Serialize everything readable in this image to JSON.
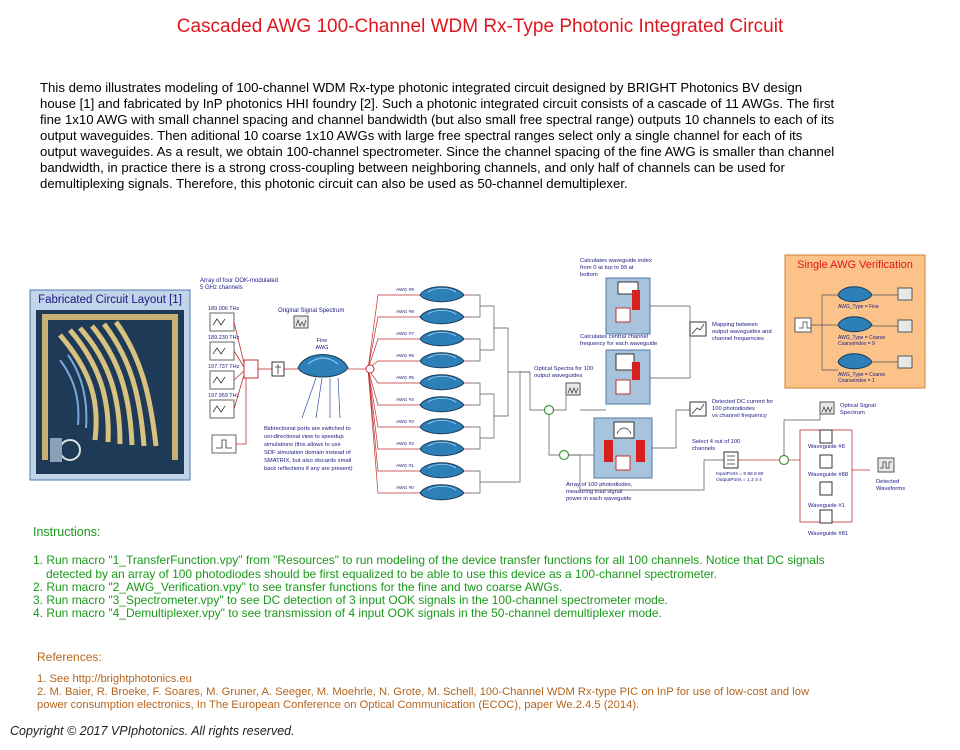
{
  "title": "Cascaded AWG 100-Channel WDM Rx-Type Photonic Integrated Circuit",
  "intro": "This demo illustrates modeling of 100-channel WDM Rx-type photonic integrated circuit designed by BRIGHT Photonics BV design house [1] and fabricated by InP photonics HHI foundry [2]. Such a photonic integrated circuit consists of a cascade of 11 AWGs. The first fine 1x10 AWG with small channel spacing and channel bandwidth (but also small free spectral range) outputs 10 channels to each of its output waveguides. Then aditional 10 coarse 1x10 AWGs with large free spectral ranges select only a single channel for each of its output waveguides. As a result, we obtain 100-channel spectrometer. Since the channel spacing of the fine AWG is smaller than channel bandwidth, in practice there is a strong cross-coupling between neighboring channels, and only half of channels can be used for demultiplexing signals. Therefore, this photonic circuit can also be used as 50-channel demultiplexer.",
  "diagram": {
    "layout_label": "Fabricated Circuit Layout [1]",
    "ook_label_1": "Array of four OOK-modulated",
    "ook_label_2": "5 GHz channels",
    "freqs": [
      "189.006 THz",
      "189.230 THz",
      "197.737 THz",
      "197.959 THz"
    ],
    "orig_spectrum": "Original Signal Spectrum",
    "fine_awg_1": "Fine",
    "fine_awg_2": "AWG",
    "awg_labels": [
      "AWG #9",
      "AWG #8",
      "AWG #7",
      "AWG #6",
      "AWG #5",
      "AWG #4",
      "AWG #3",
      "AWG #2",
      "AWG #1",
      "AWG #0"
    ],
    "bidir_note": [
      "Bidirectional ports are switched to",
      "uni-directional view to speedup",
      "simulations (this allows to use",
      "SDF simulation domain instead of",
      "SMATRIX, but also discards small",
      "back reflections if any are present)"
    ],
    "calc_index": [
      "Calculates waveguide index",
      "from 0 at top to 99 at",
      "bottom"
    ],
    "calc_freq": [
      "Calculates central channel",
      "frequency for each waveguide"
    ],
    "optical_spectra": [
      "Optical Spectra for 100",
      "output waveguides"
    ],
    "mapping": [
      "Mapping between",
      "output waveguides and",
      "channel frequencies"
    ],
    "dc_current": [
      "Detected DC current for",
      "100 photodiodes",
      "vs channel frequency"
    ],
    "photodiodes": [
      "Array of 100 photodiodes,",
      "measuring total signal",
      "power in each waveguide"
    ],
    "select": [
      "Select 4 out of 100",
      "channels"
    ],
    "input_ports": "InputPorts = 8 88 8 80",
    "output_ports": "OutputPorts = 1  2  3  4",
    "optical_signal_spectrum": [
      "Optical Signal",
      "Spectrum"
    ],
    "waveguides": [
      "Waveguide #8",
      "Waveguide #88",
      "Waveguide #1",
      "Waveguide #81"
    ],
    "detected_waveforms": [
      "Detected",
      "Waveforms"
    ],
    "verification_title": "Single AWG Verification",
    "awg_type_fine": "AWG_Type = Fine",
    "awg_type_coarse9": [
      "AWG_Type = Coarse",
      "CoarseIndex = 9"
    ],
    "awg_type_coarse1": [
      "AWG_Type = Coarse",
      "CoarseIndex = 1"
    ],
    "colors": {
      "awg_blue": "#2d7fb8",
      "awg_dark": "#1a3c5a",
      "verify_bg": "#fbc28a",
      "verify_border": "#d0802f",
      "title_red": "#e0161e"
    }
  },
  "instructions": {
    "heading": "Instructions:",
    "items": [
      "1. Run macro \"1_TransferFunction.vpy\" from \"Resources\" to run modeling of the device transfer functions for all 100 channels. Notice that DC signals",
      "detected by an array of 100 photodiodes should be first equalized to be able to use this device as a 100-channel spectrometer.",
      "2. Run macro \"2_AWG_Verification.vpy\" to see transfer functions for the fine and two coarse AWGs.",
      "3. Run macro \"3_Spectrometer.vpy\" to see DC detection of 3 input OOK signals in the 100-channel spectrometer mode.",
      "4. Run macro \"4_Demultiplexer.vpy\" to see transmission of 4 input OOK signals in the 50-channel demultiplexer mode."
    ]
  },
  "references": {
    "heading": "References:",
    "items": [
      "1. See http://brightphotonics.eu",
      "2. M. Baier, R. Broeke, F. Soares, M. Gruner, A. Seeger, M. Moehrle, N. Grote, M. Schell, 100-Channel WDM Rx-type PIC on InP for use of low-cost and low",
      "power consumption electronics, In The European Conference on Optical Communication (ECOC), paper We.2.4.5 (2014)."
    ]
  },
  "copyright": "Copyright © 2017 VPIphotonics. All rights reserved."
}
